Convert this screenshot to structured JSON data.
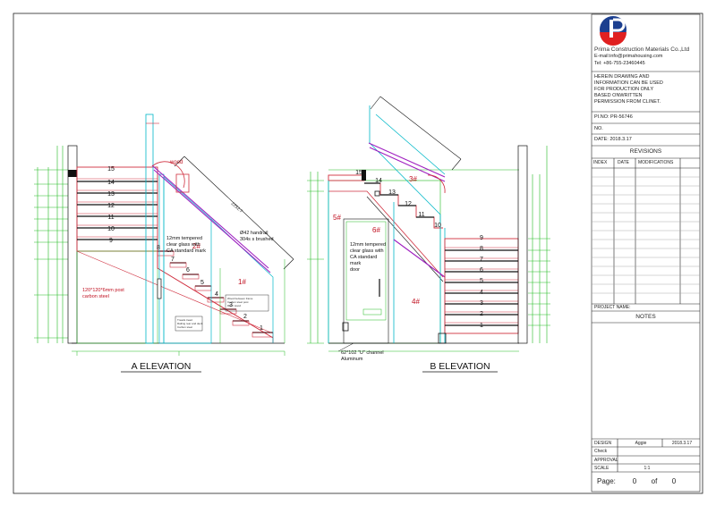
{
  "company": {
    "name": "Prima Construction Materials Co.,Ltd",
    "email": "E-mail:info@primahousing.com",
    "tel": "Tel: +86-755-23460445"
  },
  "notice": [
    "HEREIN DRAWING AND",
    "INFORMATION CAN BE USED",
    "FOR PRODUCTION ONLY",
    "BASED ONWRITTEN",
    "PERMISSION FROM CLINET."
  ],
  "pi_no": "PI.NO: PR-56746",
  "no_label": "NO.",
  "date": "DATE: 2018.3.17",
  "revisions": {
    "title": "REVISIONS",
    "headers": [
      "INDEX",
      "DATE",
      "MODIFICATIONS"
    ]
  },
  "project_name_label": "PROJECT NAME:",
  "notes_title": "NOTES",
  "signoff": {
    "design_label": "DESIGN",
    "design_value": "Aggie",
    "design_date": "2018.3.17",
    "check_label": "Check",
    "approval_label": "APPROVAL",
    "scale_label": "SCALE",
    "scale_value": "1:1"
  },
  "page": {
    "label": "Page:",
    "current": "0",
    "of_label": "of",
    "total": "0"
  },
  "elevation_a": {
    "title": "A  ELEVATION",
    "steps_upper": [
      "15",
      "14",
      "13",
      "12",
      "11",
      "10",
      "9"
    ],
    "steps_lower": [
      "8",
      "7",
      "6",
      "5",
      "4",
      "3",
      "2",
      "1"
    ],
    "zone_labels": [
      "1#",
      "2#"
    ],
    "wood_label": "wood",
    "glass_note": [
      "12mm tempered",
      "clear glass with",
      "CA standard mark"
    ],
    "handrail_note": [
      "Ø42 handrail",
      "304s s brushed"
    ],
    "post_note": [
      "120*120*6mm post",
      "carbon steel"
    ]
  },
  "elevation_b": {
    "title": "B  ELEVATION",
    "steps_upper": [
      "15",
      "14",
      "13",
      "12",
      "11",
      "10"
    ],
    "steps_lower": [
      "9",
      "8",
      "7",
      "6",
      "5",
      "4",
      "3",
      "2",
      "1"
    ],
    "zone_labels": [
      "3#",
      "5#",
      "6#",
      "4#"
    ],
    "glass_note": [
      "12mm tempered",
      "clear glass with",
      "CA standard",
      "mark",
      "door"
    ],
    "channel_note": [
      "62*102 \"U\" channel",
      "Aluminum"
    ]
  },
  "colors": {
    "frame": "#111111",
    "steel": "#d03040",
    "glass": "#00b8c8",
    "dim": "#22bb22",
    "handrail": "#a020c0",
    "label": "#c01020"
  }
}
